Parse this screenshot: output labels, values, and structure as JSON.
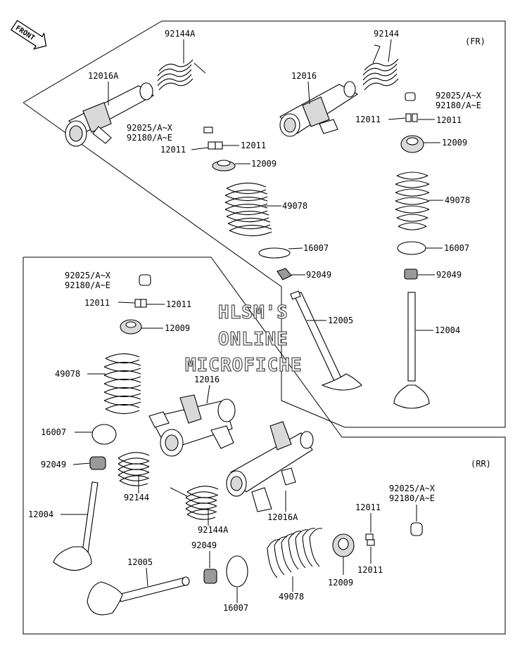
{
  "front_badge": "FRONT",
  "section_fr": "(FR)",
  "section_rr": "(RR)",
  "watermark": [
    "HLSM'S",
    "ONLINE",
    "MICROFICHE"
  ],
  "callouts": {
    "fr_92144A": "92144A",
    "fr_12016A": "12016A",
    "fr_92025_left": "92025/A~X",
    "fr_92180_left": "92180/A~E",
    "fr_12011_left_a": "12011",
    "fr_12011_left_b": "12011",
    "fr_12009_left": "12009",
    "fr_49078_left": "49078",
    "fr_16007_left": "16007",
    "fr_92049_left": "92049",
    "fr_12005": "12005",
    "fr_92144": "92144",
    "fr_12016": "12016",
    "fr_92025_right": "92025/A~X",
    "fr_92180_right": "92180/A~E",
    "fr_12011_right_a": "12011",
    "fr_12011_right_b": "12011",
    "fr_12009_right": "12009",
    "fr_49078_right": "49078",
    "fr_16007_right": "16007",
    "fr_92049_right": "92049",
    "fr_12004": "12004",
    "rr_92025_left": "92025/A~X",
    "rr_92180_left": "92180/A~E",
    "rr_12011_left_a": "12011",
    "rr_12011_left_b": "12011",
    "rr_12009_left": "12009",
    "rr_49078_left": "49078",
    "rr_12016": "12016",
    "rr_16007_left": "16007",
    "rr_92049_left": "92049",
    "rr_92144": "92144",
    "rr_12004": "12004",
    "rr_92144A": "92144A",
    "rr_12016A": "12016A",
    "rr_12005": "12005",
    "rr_92049_bottom": "92049",
    "rr_16007_bottom": "16007",
    "rr_49078_bottom": "49078",
    "rr_12009_bottom": "12009",
    "rr_12011_bottom_a": "12011",
    "rr_12011_bottom_b": "12011",
    "rr_92025_right": "92025/A~X",
    "rr_92180_right": "92180/A~E"
  }
}
